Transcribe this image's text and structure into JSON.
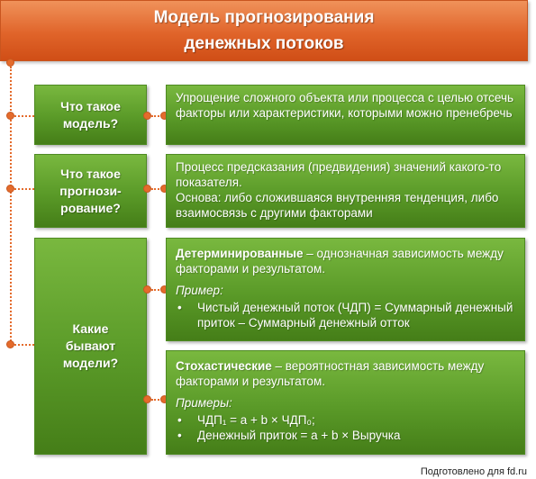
{
  "title": {
    "line1": "Модель прогнозирования",
    "line2": "денежных потоков"
  },
  "rows": [
    {
      "question": "Что такое модель?",
      "answer": "Упрощение сложного объекта или процесса с целью отсечь факторы или характеристики, которыми можно пренебречь"
    },
    {
      "question": "Что такое прогнози-рование?",
      "answer_line1": "Процесс предсказания (предвидения) значений какого-то показателя.",
      "answer_line2": "Основа: либо сложившаяся внутренняя тенденция, либо взаимосвязь с другими факторами"
    },
    {
      "question": "Какие бывают модели?",
      "types": [
        {
          "term": "Детерминированные",
          "description": " – однозначная зависимость между факторами и результатом.",
          "example_label": "Пример:",
          "examples": [
            "Чистый денежный поток (ЧДП) = Суммарный денежный приток – Суммарный денежный отток"
          ]
        },
        {
          "term": "Стохастические",
          "description": " – вероятностная зависимость между факторами и результатом.",
          "example_label": "Примеры:",
          "examples": [
            "ЧДП₁ = a + b × ЧДП₀;",
            "Денежный приток = a + b × Выручка"
          ]
        }
      ]
    }
  ],
  "footer": "Подготовлено для fd.ru",
  "colors": {
    "accent_orange": "#e46b2c",
    "box_green": "#5a9a28"
  }
}
